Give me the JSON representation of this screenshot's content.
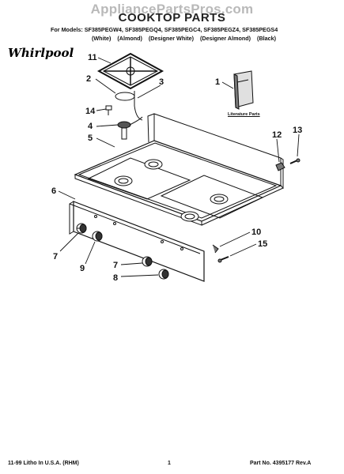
{
  "header": {
    "watermark": "AppliancePartsPros.com",
    "sheet_title": "COOKTOP PARTS",
    "models_line": "For Models: SF385PEGW4, SF385PEGQ4, SF385PEGC4, SF385PEGZ4, SF385PEGS4",
    "colors": [
      "(White)",
      "(Almond)",
      "(Designer White)",
      "(Designer Almond)",
      "(Black)"
    ],
    "brand": "Whirlpool"
  },
  "diagram": {
    "literature_label": "Literature Parts",
    "callouts": {
      "grate": "11",
      "burner_cap": "2",
      "part_3": "3",
      "literature": "1",
      "screw_14": "14",
      "burner_base": "4",
      "cooktop": "5",
      "part_12": "12",
      "part_13": "13",
      "control_panel": "6",
      "part_10": "10",
      "part_15": "15",
      "knob_left": "7",
      "knob_9": "9",
      "knob_right": "7",
      "knob_8": "8"
    }
  },
  "footer": {
    "left": "11-99 Litho In U.S.A. (RHM)",
    "page": "1",
    "right": "Part No. 4395177 Rev.A"
  }
}
